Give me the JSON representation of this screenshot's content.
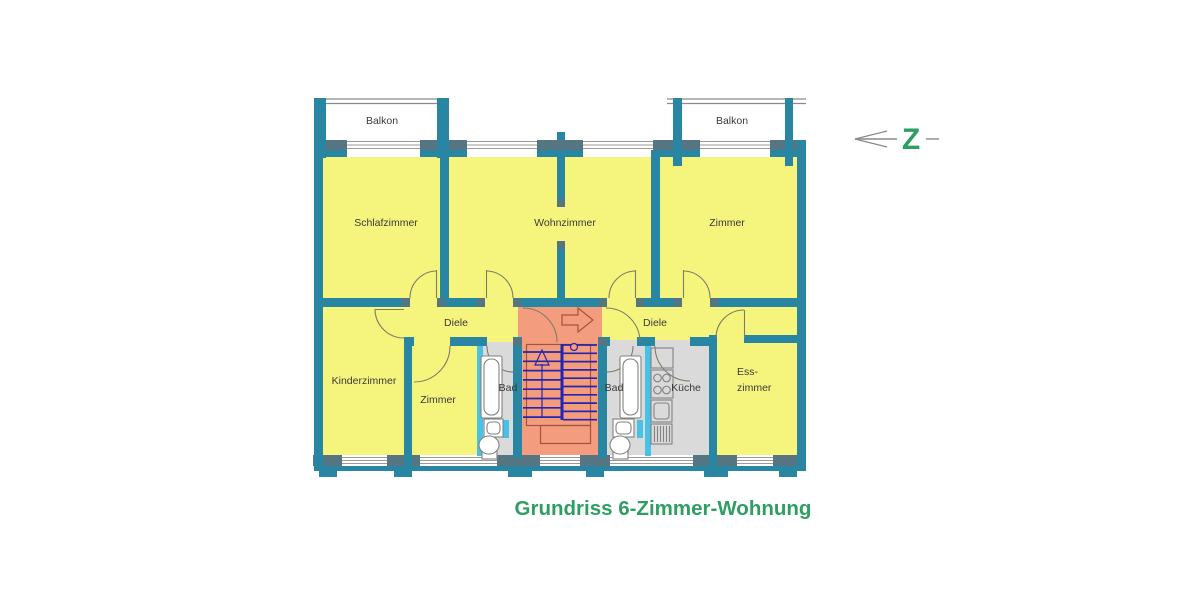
{
  "title": "Grundriss 6-Zimmer-Wohnung",
  "north_indicator": {
    "label": "Z"
  },
  "floor_plan": {
    "balcony_left": "Balkon",
    "balcony_right": "Balkon",
    "rooms": {
      "schlafzimmer": "Schlafzimmer",
      "wohnzimmer": "Wohnzimmer",
      "zimmer_upper": "Zimmer",
      "kinderzimmer": "Kinderzimmer",
      "zimmer_lower": "Zimmer",
      "diele_left": "Diele",
      "diele_right": "Diele",
      "bad_left": "Bad",
      "bad_right": "Bad",
      "kueche": "Küche",
      "esszimmer_line1": "Ess-",
      "esszimmer_line2": "zimmer"
    }
  },
  "colors": {
    "wall_teal": "#2886A2",
    "pier_slate": "#567582",
    "room_yellow": "#F5F57D",
    "stairwell_salmon": "#F49C7E",
    "service_gray": "#DADADA",
    "light_partition_cyan": "#45C2E6",
    "stair_navy": "#2525AE",
    "accent_maroon": "#A2543F",
    "title_green": "#2F9E63"
  }
}
